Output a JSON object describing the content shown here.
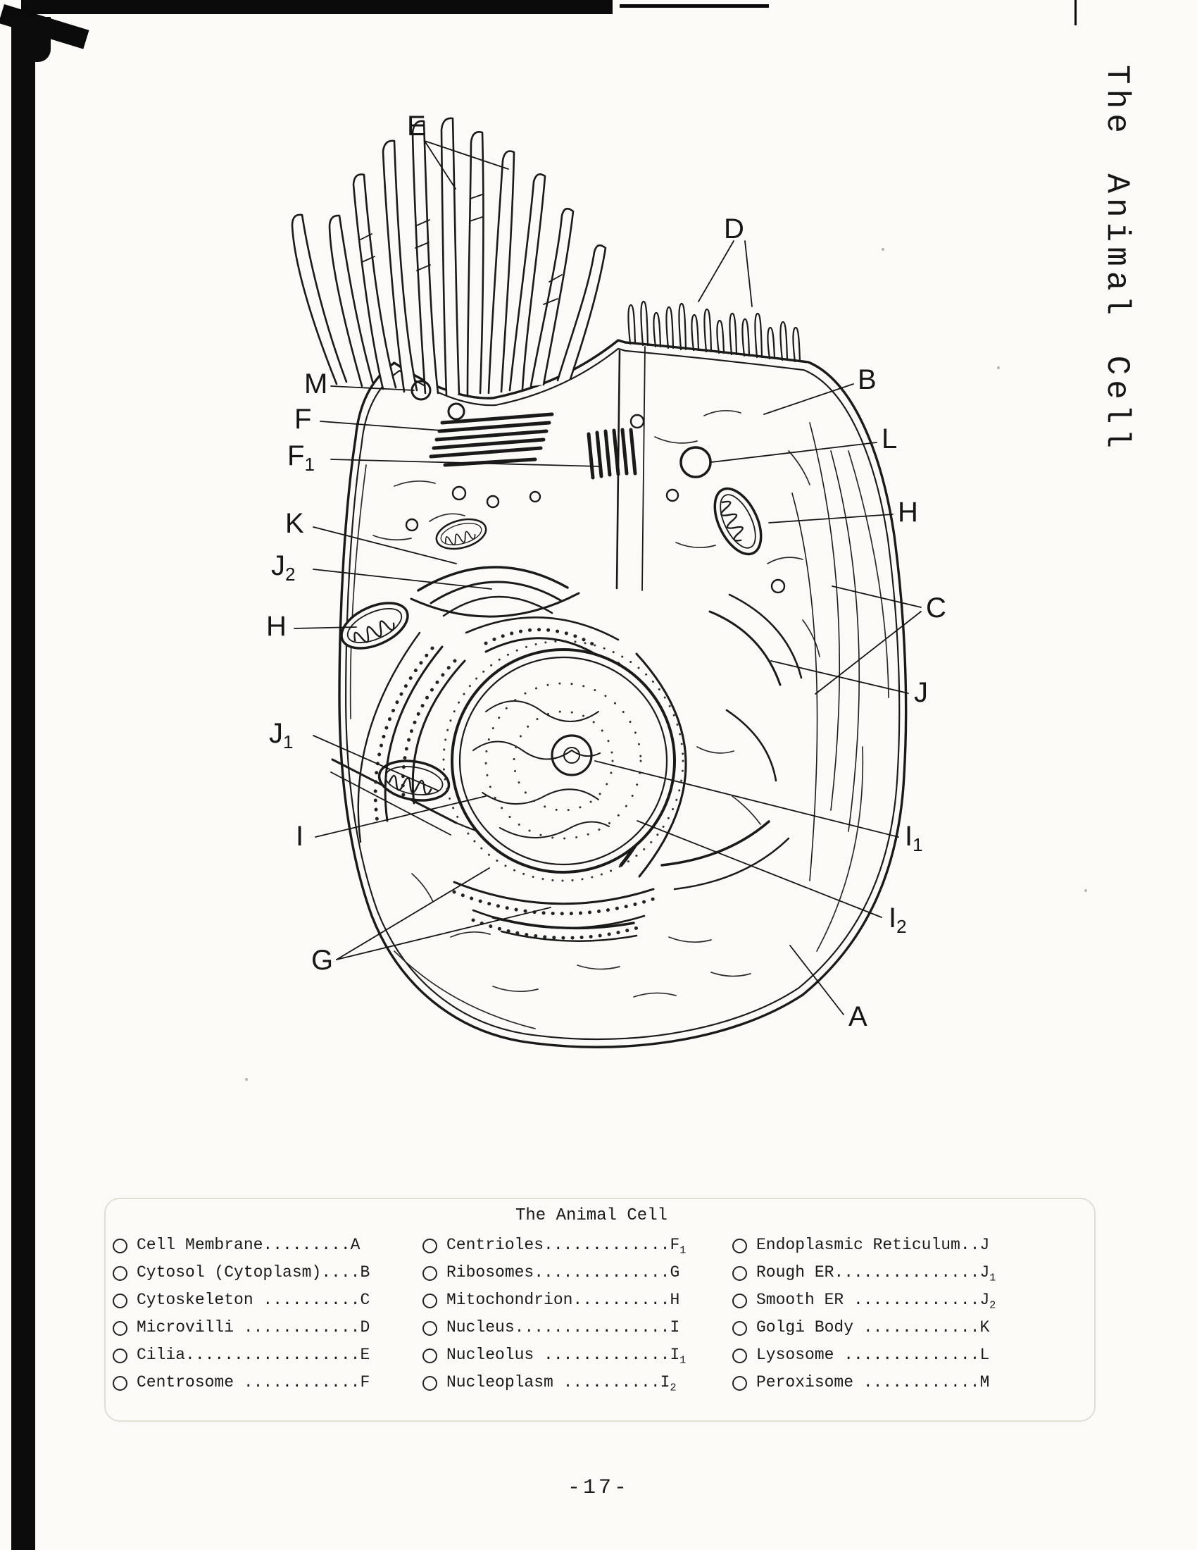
{
  "page": {
    "side_title": "The Animal Cell",
    "page_number": "-17-"
  },
  "diagram": {
    "labels": [
      {
        "main": "E",
        "sub": ""
      },
      {
        "main": "D",
        "sub": ""
      },
      {
        "main": "M",
        "sub": ""
      },
      {
        "main": "F",
        "sub": ""
      },
      {
        "main": "F",
        "sub": "1"
      },
      {
        "main": "K",
        "sub": ""
      },
      {
        "main": "J",
        "sub": "2"
      },
      {
        "main": "H",
        "sub": ""
      },
      {
        "main": "B",
        "sub": ""
      },
      {
        "main": "L",
        "sub": ""
      },
      {
        "main": "H",
        "sub": ""
      },
      {
        "main": "C",
        "sub": ""
      },
      {
        "main": "J",
        "sub": ""
      },
      {
        "main": "J",
        "sub": "1"
      },
      {
        "main": "I",
        "sub": ""
      },
      {
        "main": "I",
        "sub": "1"
      },
      {
        "main": "I",
        "sub": "2"
      },
      {
        "main": "G",
        "sub": ""
      },
      {
        "main": "A",
        "sub": ""
      }
    ]
  },
  "legend": {
    "title": "The Animal Cell",
    "columns": [
      {
        "items": [
          {
            "text": "Cell Membrane.........A",
            "sub": ""
          },
          {
            "text": "Cytosol (Cytoplasm)....B",
            "sub": ""
          },
          {
            "text": "Cytoskeleton ..........C",
            "sub": ""
          },
          {
            "text": "Microvilli ............D",
            "sub": ""
          },
          {
            "text": "Cilia..................E",
            "sub": ""
          },
          {
            "text": "Centrosome ............F",
            "sub": ""
          }
        ]
      },
      {
        "items": [
          {
            "text": "Centrioles.............F",
            "sub": "1"
          },
          {
            "text": "Ribosomes..............G",
            "sub": ""
          },
          {
            "text": "Mitochondrion..........H",
            "sub": ""
          },
          {
            "text": "Nucleus................I",
            "sub": ""
          },
          {
            "text": "Nucleolus .............I",
            "sub": "1"
          },
          {
            "text": "Nucleoplasm ..........I",
            "sub": "2"
          }
        ]
      },
      {
        "items": [
          {
            "text": "Endoplasmic Reticulum..J",
            "sub": ""
          },
          {
            "text": "Rough ER...............J",
            "sub": "1"
          },
          {
            "text": "Smooth ER .............J",
            "sub": "2"
          },
          {
            "text": "Golgi Body ............K",
            "sub": ""
          },
          {
            "text": "Lysosome ..............L",
            "sub": ""
          },
          {
            "text": "Peroxisome ............M",
            "sub": ""
          }
        ]
      }
    ]
  }
}
